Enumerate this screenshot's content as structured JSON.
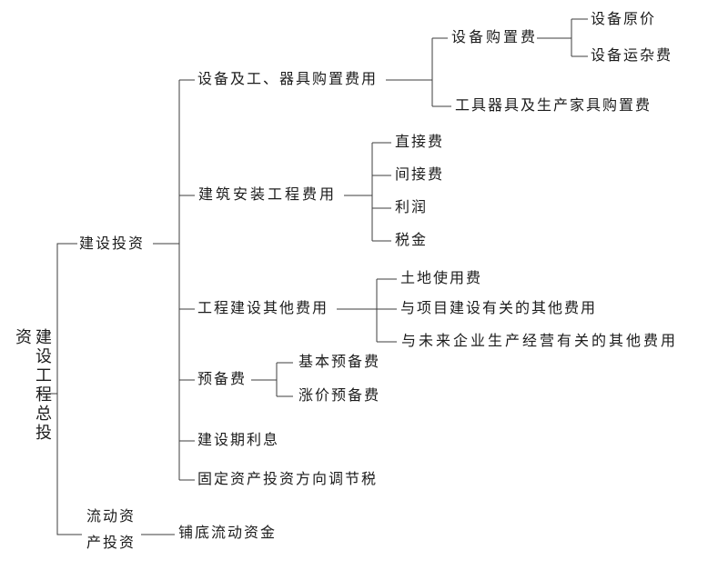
{
  "diagram_type": "tree",
  "line_color": "#3d3d3d",
  "text_color": "#1c1c1c",
  "tree": {
    "label": "建设工程总投资",
    "children": [
      {
        "label": "建设投资",
        "children": [
          {
            "label": "设备及工、器具购置费用",
            "children": [
              {
                "label": "设备购置费",
                "children": [
                  {
                    "label": "设备原价"
                  },
                  {
                    "label": "设备运杂费"
                  }
                ]
              },
              {
                "label": "工具器具及生产家具购置费"
              }
            ]
          },
          {
            "label": "建筑安装工程费用",
            "children": [
              {
                "label": "直接费"
              },
              {
                "label": "间接费"
              },
              {
                "label": "利润"
              },
              {
                "label": "税金"
              }
            ]
          },
          {
            "label": "工程建设其他费用",
            "children": [
              {
                "label": "土地使用费"
              },
              {
                "label": "与项目建设有关的其他费用"
              },
              {
                "label": "与未来企业生产经营有关的其他费用"
              }
            ]
          },
          {
            "label": "预备费",
            "children": [
              {
                "label": "基本预备费"
              },
              {
                "label": "涨价预备费"
              }
            ]
          },
          {
            "label": "建设期利息"
          },
          {
            "label": "固定资产投资方向调节税"
          }
        ]
      },
      {
        "label": "流动资产投资",
        "label_wrapped": "流动资\n产投资",
        "children": [
          {
            "label": "铺底流动资金"
          }
        ]
      }
    ]
  }
}
